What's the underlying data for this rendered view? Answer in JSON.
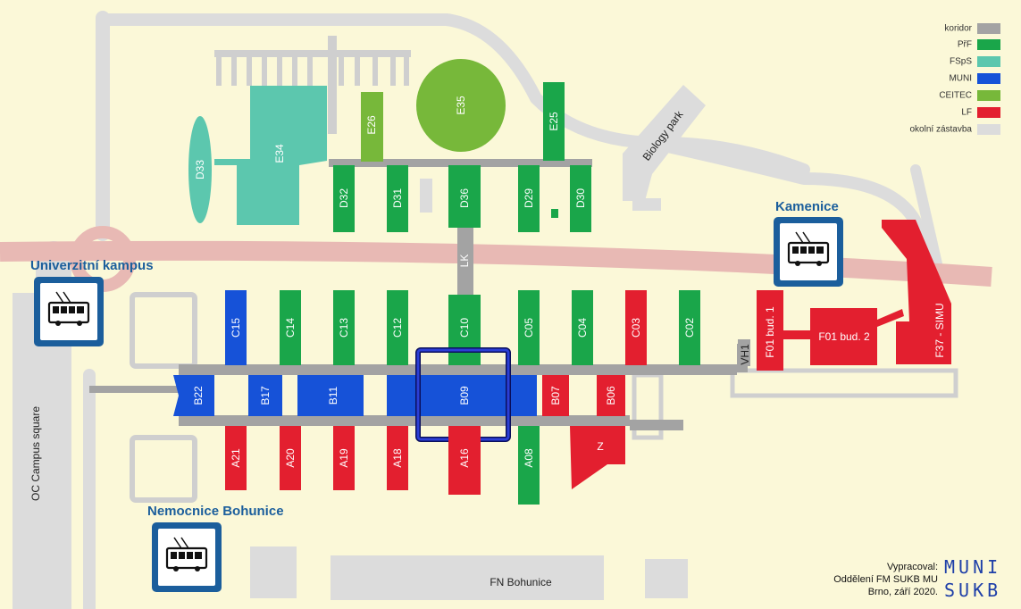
{
  "colors": {
    "background": "#fbf8d8",
    "corridor": "#a3a3a3",
    "prf": "#1aa64a",
    "fsps": "#5cc7ae",
    "muni": "#1652d8",
    "ceitec": "#77b83a",
    "lf": "#e31f2f",
    "surroundings": "#dcdcdc",
    "road": "#e8b9b4",
    "stop_blue": "#1b5e9c"
  },
  "legend": {
    "koridor": "koridor",
    "prf": "PřF",
    "fsps": "FSpS",
    "muni": "MUNI",
    "ceitec": "CEITEC",
    "lf": "LF",
    "okolni": "okolní zástavba"
  },
  "buildings": {
    "e34": "E34",
    "d33": "D33",
    "e26": "E26",
    "e35": "E35",
    "e25": "E25",
    "d32": "D32",
    "d31": "D31",
    "d36": "D36",
    "d29": "D29",
    "d30": "D30",
    "lk": "LK",
    "c15": "C15",
    "c14": "C14",
    "c13": "C13",
    "c12": "C12",
    "c10": "C10",
    "c05": "C05",
    "c04": "C04",
    "c03": "C03",
    "c02": "C02",
    "b22": "B22",
    "b17": "B17",
    "b11": "B11",
    "b09": "B09",
    "b07": "B07",
    "b06": "B06",
    "a21": "A21",
    "a20": "A20",
    "a19": "A19",
    "a18": "A18",
    "a16": "A16",
    "a08": "A08",
    "z": "Z",
    "vh1": "VH1",
    "f01_1": "F01 bud. 1",
    "f01_2": "F01 bud. 2",
    "f37": "F37 - SIMU",
    "biology_park": "Biology park",
    "fn_bohunice": "FN Bohunice",
    "oc_campus": "OC Campus square"
  },
  "stops": {
    "univerzitni": "Univerzitní kampus",
    "kamenice": "Kamenice",
    "nemocnice": "Nemocnice Bohunice"
  },
  "credits": {
    "line1": "Vypracoval:",
    "line2": "Oddělení FM SUKB MU",
    "line3": "Brno, září 2020."
  },
  "logo": {
    "top": "MUNI",
    "bottom": "SUKB"
  }
}
